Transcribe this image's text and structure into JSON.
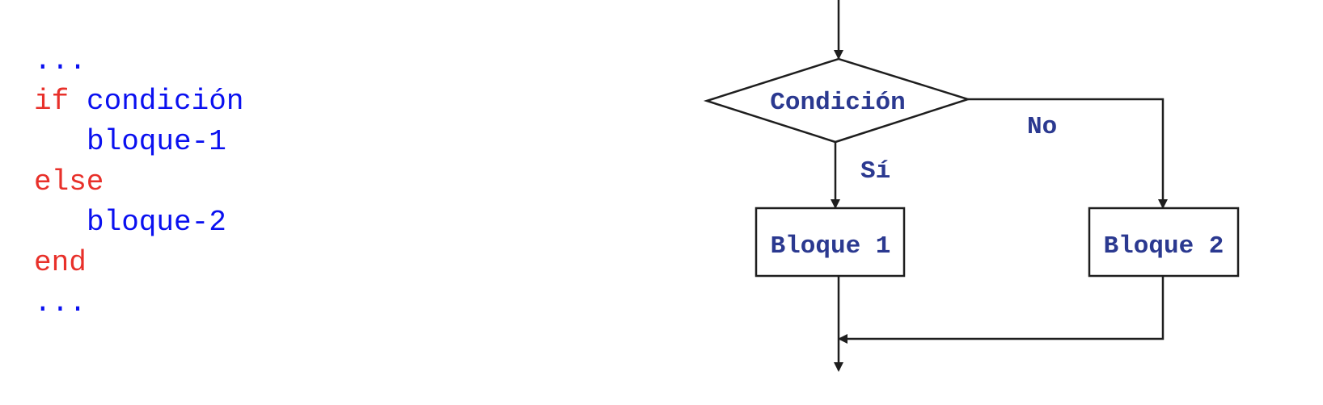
{
  "code": {
    "lines": [
      {
        "keyword": "",
        "text": "..."
      },
      {
        "keyword": "if",
        "text": "condición"
      },
      {
        "keyword": "",
        "text": "bloque-1"
      },
      {
        "keyword": "else",
        "text": ""
      },
      {
        "keyword": "",
        "text": "bloque-2"
      },
      {
        "keyword": "end",
        "text": ""
      },
      {
        "keyword": "",
        "text": "..."
      }
    ],
    "colors": {
      "keyword": "#e8302a",
      "text": "#0a10f0"
    }
  },
  "flowchart": {
    "decision": "Condición",
    "yes_label": "Sí",
    "no_label": "No",
    "block_1": "Bloque 1",
    "block_2": "Bloque 2",
    "label_color": "#2b3990"
  }
}
